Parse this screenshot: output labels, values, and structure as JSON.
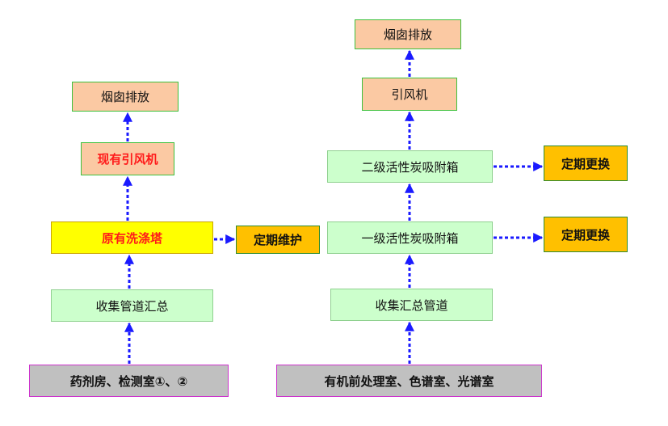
{
  "diagram": {
    "colors": {
      "arrow": "#1a1aff",
      "salmon": "#fbc9a3",
      "mint": "#ccffcc",
      "yellow": "#ffff00",
      "orange": "#ffc000",
      "grey": "#c0c0c0"
    },
    "left": {
      "chimney": "烟囱排放",
      "fan": "现有引风机",
      "scrubber": "原有洗涤塔",
      "maintenance": "定期维护",
      "collection": "收集管道汇总",
      "source": "药剂房、检测室①、②"
    },
    "right": {
      "chimney": "烟囱排放",
      "fan": "引风机",
      "stage2": "二级活性炭吸附箱",
      "replace2": "定期更换",
      "stage1": "一级活性炭吸附箱",
      "replace1": "定期更换",
      "collection": "收集汇总管道",
      "source": "有机前处理室、色谱室、光谱室"
    }
  }
}
